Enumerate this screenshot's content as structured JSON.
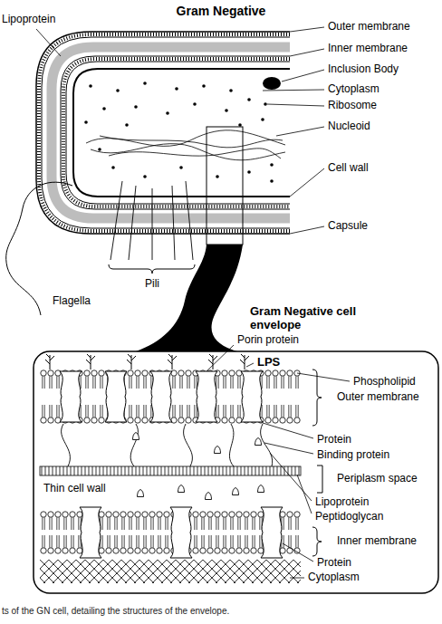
{
  "diagram": {
    "title": "Gram Negative",
    "caption": "ts of the GN cell, detailing the structures of the envelope.",
    "labels": [
      "Lipoprotein",
      "Outer membrane",
      "Inner membrane",
      "Inclusion Body",
      "Cytoplasm",
      "Ribosome",
      "Nucleoid",
      "Cell wall",
      "Capsule",
      "Flagella",
      "Pili",
      "Gram Negative cell envelope",
      "Porin protein",
      "LPS",
      "Phospholipid",
      "Outer membrane",
      "Protein",
      "Binding protein",
      "Periplasm space",
      "Thin cell wall",
      "Lipoprotein",
      "Peptidoglycan",
      "Inner membrane",
      "Protein",
      "Cytoplasm"
    ]
  }
}
